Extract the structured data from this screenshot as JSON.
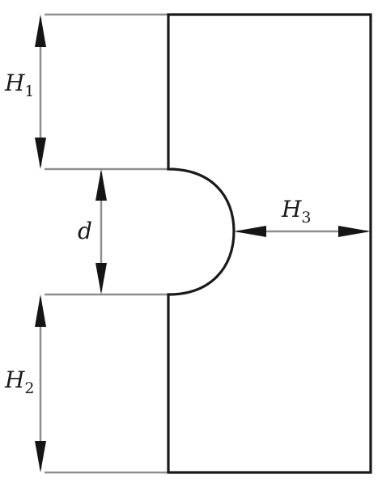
{
  "labels": {
    "h1": {
      "main": "H",
      "sub": "1"
    },
    "h2": {
      "main": "H",
      "sub": "2"
    },
    "h3": {
      "main": "H",
      "sub": "3"
    },
    "d": {
      "main": "d"
    }
  },
  "colors": {
    "outline": "#1a1a1a",
    "dimension_line": "#8f8f8f",
    "arrowhead": "#151515",
    "background": "#ffffff"
  }
}
